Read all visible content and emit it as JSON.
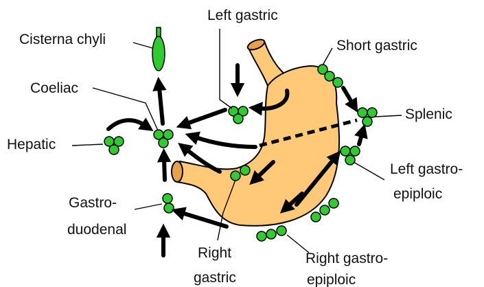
{
  "labels": {
    "left_gastric": "Left gastric",
    "cisterna_chyli": "Cisterna chyli",
    "short_gastric": "Short gastric",
    "coeliac": "Coeliac",
    "splenic": "Splenic",
    "hepatic": "Hepatic",
    "left_gastro_epiploic_1": "Left gastro-",
    "left_gastro_epiploic_2": "epiploic",
    "gastro_duodenal_1": "Gastro-",
    "gastro_duodenal_2": "duodenal",
    "right_gastric_1": "Right",
    "right_gastric_2": "gastric",
    "right_gastro_epiploic_1": "Right gastro-",
    "right_gastro_epiploic_2": "epiploic"
  },
  "colors": {
    "stomach_fill": "#FFC977",
    "node_fill": "#2ECC2E",
    "outline": "#000000",
    "background": "#FFFFFF"
  }
}
